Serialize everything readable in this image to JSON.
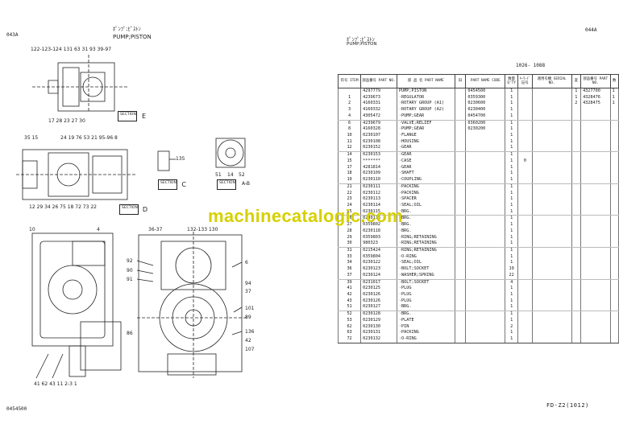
{
  "left_page": {
    "page_code": "043A",
    "title_jp": "ﾎﾟﾝﾌﾟ;ﾋﾟｽﾄﾝ",
    "title_en": "PUMP;PISTON",
    "drawing_no": "0454500",
    "callouts": {
      "top_row": "122-123-124   131      63   31 93  39-97",
      "e_row": "17   28   23   27   30",
      "mid_row1a": "35  15",
      "mid_row1b": "24  19  76  53  21  95-96  8",
      "mid_row2": "12  29  34  26  75  18  72  73   22",
      "n135": "135",
      "n51": "51",
      "n14": "14",
      "n52": "52",
      "n10": "10",
      "n4": "4",
      "n3637": "36-37",
      "n132": "132-133  130",
      "n92": "92",
      "n90": "90",
      "n91": "91",
      "n86": "86",
      "n6": "6",
      "n94": "94",
      "n37b": "37",
      "n101": "101",
      "n89": "89",
      "n136": "136",
      "n42": "42",
      "n107": "107",
      "bottom_row": "41  62  43  11   2-3    1"
    },
    "sections": [
      {
        "label": "断面",
        "sub": "SECTION",
        "letter": "E"
      },
      {
        "label": "断面",
        "sub": "SECTION",
        "letter": "C"
      },
      {
        "label": "断面",
        "sub": "SECTION",
        "letter": "A-B"
      },
      {
        "label": "断面",
        "sub": "SECTION",
        "letter": "D"
      }
    ]
  },
  "right_page": {
    "page_code": "044A",
    "title_jp": "ﾎﾟﾝﾌﾟ;ﾋﾟｽﾄﾝ",
    "title_en": "PUMP;PISTON",
    "serial_range": "1026-  1088",
    "footer": "FD-Z2(1012)",
    "headers": {
      "item": "符号 ITEM",
      "part": "部品番号 PART NO.",
      "name": "部 品 名 PART NAME",
      "old": "旧",
      "code": "PART NAME CODE",
      "qty": "数量 Q'TY",
      "note": "ｷｰﾜｰﾄﾞ 記号",
      "serial": "適用号機 SERIAL NO.",
      "x": "変",
      "code2": "部品番号 PART NO.",
      "q2": "数"
    },
    "rows": [
      {
        "item": "",
        "part": "4297779",
        "name": "PUMP;PISTON",
        "code": "0454500",
        "qty": "1",
        "note": "",
        "x": "1",
        "code2": "4327700",
        "q2": "1"
      },
      {
        "item": "1",
        "part": "4239673",
        "name": "·REGULATOR",
        "code": "0359300",
        "qty": "1",
        "note": "",
        "x": "1",
        "code2": "4328476",
        "q2": "1"
      },
      {
        "item": "2",
        "part": "4160331",
        "name": "·ROTARY GROUP (A1)",
        "code": "0230600",
        "qty": "1",
        "note": "",
        "x": "2",
        "code2": "4328475",
        "q2": "1"
      },
      {
        "item": "3",
        "part": "4160332",
        "name": "·ROTARY GROUP (A2)",
        "code": "0230400",
        "qty": "1",
        "note": "",
        "x": "",
        "code2": "",
        "q2": ""
      },
      {
        "item": "4",
        "part": "4305472",
        "name": "·PUMP;GEAR",
        "code": "0454700",
        "qty": "1",
        "note": "",
        "x": "",
        "code2": "",
        "q2": ""
      },
      {
        "item": "6",
        "part": "4239679",
        "name": "·VALVE;RELIEF",
        "code": "0360200",
        "qty": "1",
        "note": "",
        "x": "",
        "code2": "",
        "q2": ""
      },
      {
        "item": "8",
        "part": "4160328",
        "name": "·PUMP;GEAR",
        "code": "0230200",
        "qty": "1",
        "note": "",
        "x": "",
        "code2": "",
        "q2": ""
      },
      {
        "item": "10",
        "part": "0230107",
        "name": "·FLANGE",
        "code": "",
        "qty": "1",
        "note": "",
        "x": "",
        "code2": "",
        "q2": ""
      },
      {
        "item": "11",
        "part": "0230108",
        "name": "·HOUSING",
        "code": "",
        "qty": "1",
        "note": "",
        "x": "",
        "code2": "",
        "q2": ""
      },
      {
        "item": "12",
        "part": "0230152",
        "name": "·GEAR",
        "code": "",
        "qty": "1",
        "note": "",
        "x": "",
        "code2": "",
        "q2": ""
      },
      {
        "item": "14",
        "part": "0230153",
        "name": "·GEAR",
        "code": "",
        "qty": "1",
        "note": "",
        "x": "",
        "code2": "",
        "q2": ""
      },
      {
        "item": "15",
        "part": "*******",
        "name": "·CASE",
        "code": "",
        "qty": "1",
        "note": "0",
        "x": "",
        "code2": "",
        "q2": ""
      },
      {
        "item": "17",
        "part": "4281814",
        "name": "·GEAR",
        "code": "",
        "qty": "1",
        "note": "",
        "x": "",
        "code2": "",
        "q2": ""
      },
      {
        "item": "18",
        "part": "0230109",
        "name": "·SHAFT",
        "code": "",
        "qty": "1",
        "note": "",
        "x": "",
        "code2": "",
        "q2": ""
      },
      {
        "item": "19",
        "part": "0230110",
        "name": "·COUPLING",
        "code": "",
        "qty": "1",
        "note": "",
        "x": "",
        "code2": "",
        "q2": ""
      },
      {
        "item": "21",
        "part": "0230111",
        "name": "·PACKING",
        "code": "",
        "qty": "1",
        "note": "",
        "x": "",
        "code2": "",
        "q2": ""
      },
      {
        "item": "22",
        "part": "0230112",
        "name": "·PACKING",
        "code": "",
        "qty": "1",
        "note": "",
        "x": "",
        "code2": "",
        "q2": ""
      },
      {
        "item": "23",
        "part": "0230113",
        "name": "·SPACER",
        "code": "",
        "qty": "1",
        "note": "",
        "x": "",
        "code2": "",
        "q2": ""
      },
      {
        "item": "24",
        "part": "0230114",
        "name": "·SEAL;OIL",
        "code": "",
        "qty": "1",
        "note": "",
        "x": "",
        "code2": "",
        "q2": ""
      },
      {
        "item": "25",
        "part": "0230115",
        "name": "·BRG.",
        "code": "",
        "qty": "1",
        "note": "",
        "x": "",
        "code2": "",
        "q2": ""
      },
      {
        "item": "26",
        "part": "0230116",
        "name": "·BRG.",
        "code": "",
        "qty": "1",
        "note": "",
        "x": "",
        "code2": "",
        "q2": ""
      },
      {
        "item": "27",
        "part": "0359802",
        "name": "·BRG.",
        "code": "",
        "qty": "1",
        "note": "",
        "x": "",
        "code2": "",
        "q2": ""
      },
      {
        "item": "28",
        "part": "0230118",
        "name": "·BRG.",
        "code": "",
        "qty": "1",
        "note": "",
        "x": "",
        "code2": "",
        "q2": ""
      },
      {
        "item": "29",
        "part": "0359803",
        "name": "·RING;RETAINING",
        "code": "",
        "qty": "1",
        "note": "",
        "x": "",
        "code2": "",
        "q2": ""
      },
      {
        "item": "30",
        "part": "980323",
        "name": "·RING;RETAINING",
        "code": "",
        "qty": "1",
        "note": "",
        "x": "",
        "code2": "",
        "q2": ""
      },
      {
        "item": "31",
        "part": "0215424",
        "name": "·RING;RETAINING",
        "code": "",
        "qty": "1",
        "note": "",
        "x": "",
        "code2": "",
        "q2": ""
      },
      {
        "item": "33",
        "part": "0359804",
        "name": "·O-RING",
        "code": "",
        "qty": "1",
        "note": "",
        "x": "",
        "code2": "",
        "q2": ""
      },
      {
        "item": "34",
        "part": "0230122",
        "name": "·SEAL;OIL",
        "code": "",
        "qty": "1",
        "note": "",
        "x": "",
        "code2": "",
        "q2": ""
      },
      {
        "item": "36",
        "part": "0230123",
        "name": "·BOLT;SOCKET",
        "code": "",
        "qty": "19",
        "note": "",
        "x": "",
        "code2": "",
        "q2": ""
      },
      {
        "item": "37",
        "part": "0230124",
        "name": "·WASHER;SPRING",
        "code": "",
        "qty": "22",
        "note": "",
        "x": "",
        "code2": "",
        "q2": ""
      },
      {
        "item": "39",
        "part": "0231017",
        "name": "·BOLT;SOCKET",
        "code": "",
        "qty": "4",
        "note": "",
        "x": "",
        "code2": "",
        "q2": ""
      },
      {
        "item": "41",
        "part": "0230125",
        "name": "·PLUG",
        "code": "",
        "qty": "1",
        "note": "",
        "x": "",
        "code2": "",
        "q2": ""
      },
      {
        "item": "42",
        "part": "0230126",
        "name": "·PLUG",
        "code": "",
        "qty": "1",
        "note": "",
        "x": "",
        "code2": "",
        "q2": ""
      },
      {
        "item": "43",
        "part": "0230126",
        "name": "·PLUG",
        "code": "",
        "qty": "1",
        "note": "",
        "x": "",
        "code2": "",
        "q2": ""
      },
      {
        "item": "51",
        "part": "0230127",
        "name": "·BRG.",
        "code": "",
        "qty": "1",
        "note": "",
        "x": "",
        "code2": "",
        "q2": ""
      },
      {
        "item": "52",
        "part": "0230128",
        "name": "·BRG.",
        "code": "",
        "qty": "1",
        "note": "",
        "x": "",
        "code2": "",
        "q2": ""
      },
      {
        "item": "53",
        "part": "0230129",
        "name": "·PLATE",
        "code": "",
        "qty": "1",
        "note": "",
        "x": "",
        "code2": "",
        "q2": ""
      },
      {
        "item": "62",
        "part": "0230130",
        "name": "·PIN",
        "code": "",
        "qty": "2",
        "note": "",
        "x": "",
        "code2": "",
        "q2": ""
      },
      {
        "item": "63",
        "part": "0230131",
        "name": "·PACKING",
        "code": "",
        "qty": "1",
        "note": "",
        "x": "",
        "code2": "",
        "q2": ""
      },
      {
        "item": "72",
        "part": "0230132",
        "name": "·O-RING",
        "code": "",
        "qty": "1",
        "note": "",
        "x": "",
        "code2": "",
        "q2": ""
      }
    ]
  },
  "watermark": "machinecatalogic.com",
  "colors": {
    "ink": "#1a1a1a",
    "watermark": "#d6d000",
    "paper": "#ffffff"
  }
}
